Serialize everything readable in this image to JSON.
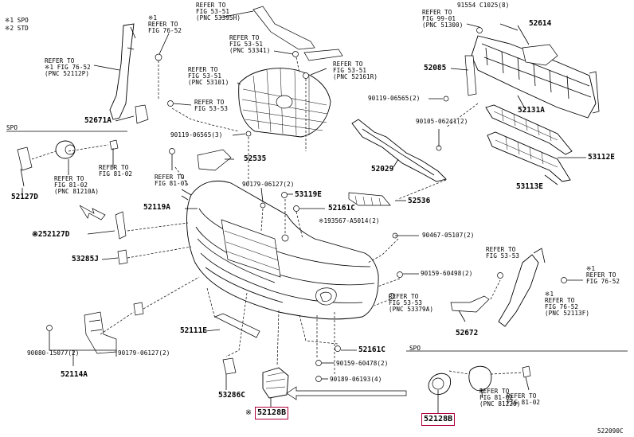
{
  "legend": {
    "spo": "※1 SPO",
    "std": "※2 STD"
  },
  "labels": {
    "ref_fig_53_51_a": "REFER TO\nFIG 53-51\n(PNC 53395H)",
    "ref_fig_76_52_a": "※1\nREFER TO\nFIG 76-52",
    "ref_fig_53_51_b": "REFER TO\nFIG 53-51\n(PNC 53341)",
    "ref_fig_76_52_b": "REFER TO\n※1 FIG 76-52\n(PNC 52112P)",
    "ref_fig_53_51_c": "REFER TO\nFIG 53-51\n(PNC 53101)",
    "ref_fig_53_51_d": "REFER TO\nFIG 53-51\n(PNC 52161R)",
    "ref_fig_53_53_a": "REFER TO\nFIG 53-53",
    "ref_fig_99_01": "REFER TO\nFIG 99-01\n(PNC 51300)",
    "c_91554": "91554 C1025(8)",
    "p_52614": "52614",
    "p_52085": "52085",
    "p_90119_06565_2": "90119-06565(2)",
    "p_52131a": "52131A",
    "p_52671a": "52671A",
    "p_90119_06565_3": "90119-06565(3)",
    "spo_left": "SPO",
    "ref_fig_81_02_a": "REFER TO\nFIG 81-02\n(PNC 81210A)",
    "ref_fig_81_02_b": "REFER TO\nFIG 81-02",
    "p_52127d": "52127D",
    "p_52535": "52535",
    "ref_fig_81_01": "REFER TO\nFIG 81-01",
    "p_90105_06241": "90105-06241(2)",
    "p_53112e": "53112E",
    "p_52029": "52029",
    "p_53113e": "53113E",
    "p_90179_06127_2a": "90179-06127(2)",
    "p_53119e": "53119E",
    "p_52536": "52536",
    "p_52119a": "52119A",
    "p_52161c_a": "52161C",
    "p_193567": "※193567-A5014(2)",
    "p_252127d": "※252127D",
    "p_90467": "90467-05107(2)",
    "ref_fig_53_53_b": "REFER TO\nFIG 53-53",
    "p_53285j": "53285J",
    "p_90159_60498": "90159-60498(2)",
    "ref_fig_76_52_c": "※1\nREFER TO\nFIG 76-52",
    "ref_fig_76_52_d": "※1\nREFER TO\nFIG 76-52\n(PNC 52113F)",
    "ref_fig_53_53_c": "REFER TO\nFIG 53-53\n(PNC 53379A)",
    "p_52672": "52672",
    "p_52111e": "52111E",
    "p_90080_15077": "90080-15077(2)",
    "p_90179_06127_2b": "90179-06127(2)",
    "p_52161c_b": "52161C",
    "p_90159_60478": "90159-60478(2)",
    "p_52114a": "52114A",
    "p_90189_06193": "90189-06193(4)",
    "spo_right": "SPO",
    "p_53286c": "53286C",
    "ref_fig_81_02_c": "REFER TO\nFIG 81-02\n(PNC 81220)",
    "ref_fig_81_02_d": "REFER TO\nFIG 81-02",
    "p_52128b_left": "52128B",
    "p_52128b_mark": "※",
    "p_52128b_right": "52128B",
    "drawing_no": "522090C"
  },
  "colors": {
    "highlight": "#b0003a",
    "ink": "#000000"
  }
}
